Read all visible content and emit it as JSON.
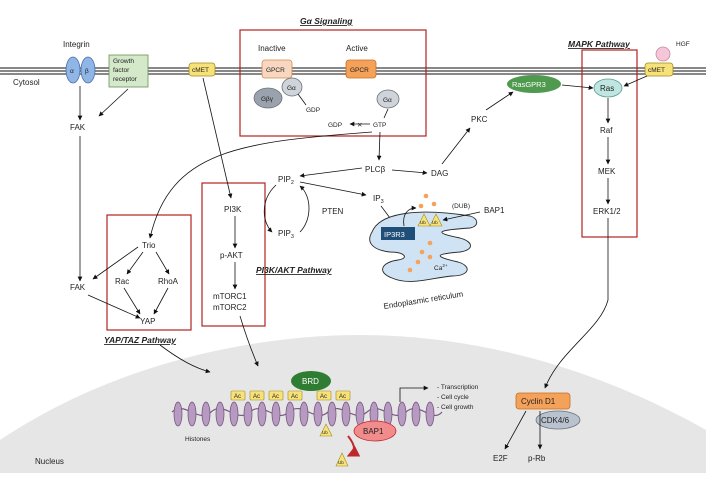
{
  "titles": {
    "ga": "Gα Signaling",
    "mapk": "MAPK Pathway",
    "pi3k": "PI3K/AKT Pathway",
    "yap": "YAP/TAZ Pathway"
  },
  "compartments": {
    "cytosol": "Cytosol",
    "nucleus": "Nucleus",
    "er": "Endoplasmic reticulum",
    "histones": "Histones"
  },
  "membrane": {
    "integrin": "Integrin",
    "alpha": "α",
    "beta": "β",
    "gfr_line1": "Growth",
    "gfr_line2": "factor",
    "gfr_line3": "receptor",
    "cmet": "cMET",
    "hgf": "HGF"
  },
  "ga": {
    "inactive": "Inactive",
    "active": "Active",
    "gpcr": "GPCR",
    "ga": "Gα",
    "gby": "Gβγ",
    "gdp": "GDP",
    "gtp": "GTP"
  },
  "nodes": {
    "fak": "FAK",
    "rasgpr3": "RasGPR3",
    "ras": "Ras",
    "raf": "Raf",
    "mek": "MEK",
    "erk": "ERK1/2",
    "pkc": "PKC",
    "plcb": "PLCβ",
    "dag": "DAG",
    "pip2": "PIP",
    "pip2_sub": "2",
    "pip3": "PIP",
    "pip3_sub": "3",
    "pten": "PTEN",
    "ip3": "IP",
    "ip3_sub": "3",
    "ip3r3": "IP3R3",
    "dub": "(DUB)",
    "bap1": "BAP1",
    "ub": "Ub",
    "ca": "Ca",
    "ca_sup": "2+",
    "pi3k": "PI3K",
    "pakt": "p-AKT",
    "mtorc1": "mTORC1",
    "mtorc2": "mTORC2",
    "trio": "Trio",
    "rac": "Rac",
    "rhoa": "RhoA",
    "yap": "YAP",
    "brd": "BRD",
    "ac": "Ac",
    "cyclind1": "Cyclin D1",
    "cdk46": "CDK4/6",
    "e2f": "E2F",
    "prb": "p-Rb"
  },
  "outcomes": [
    "- Transcription",
    "- Cell cycle",
    "- Cell growth"
  ],
  "colors": {
    "box_border": "#b22222",
    "yellow": "#f7e27a",
    "green": "#4f9a4f",
    "teal": "#bfe6e0",
    "grey": "#9aa3ad",
    "orange": "#f4a15a",
    "pink": "#f28b8b",
    "er": "#cfe3f4",
    "nucleus": "#e6e6e6"
  }
}
